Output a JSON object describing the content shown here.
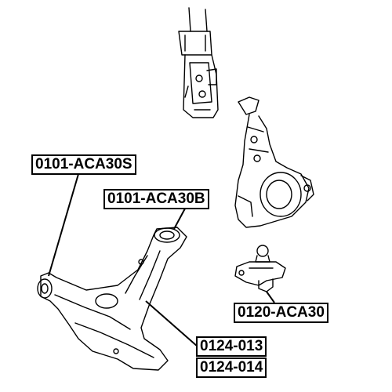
{
  "part_numbers": {
    "front_arm_bushing": "0101-ACA30S",
    "rear_arm_bushing": "0101-ACA30B",
    "ball_joint": "0120-ACA30",
    "control_arm_left": "0124-013",
    "control_arm_right": "0124-014"
  }
}
